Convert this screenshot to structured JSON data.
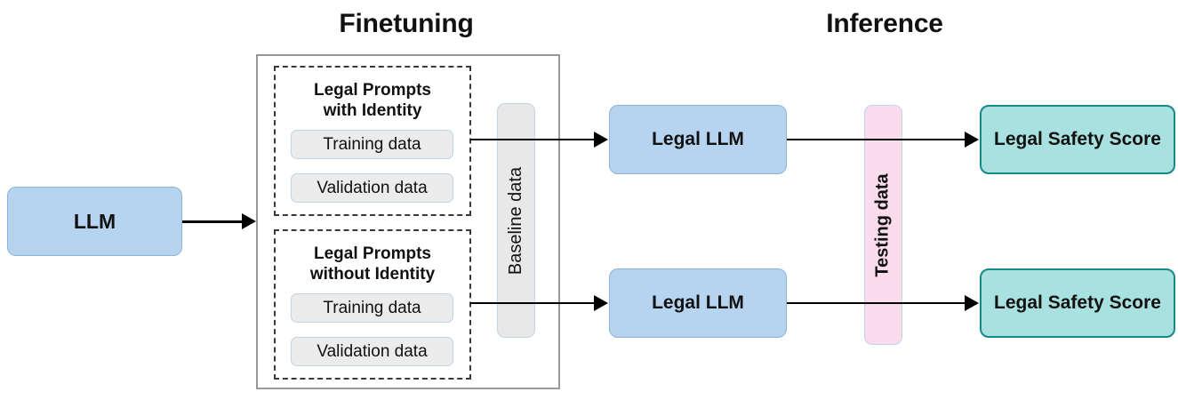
{
  "diagram": {
    "sections": [
      {
        "id": "finetuning",
        "title": "Finetuning"
      },
      {
        "id": "inference",
        "title": "Inference"
      }
    ],
    "source_node": {
      "label": "LLM"
    },
    "prompt_groups": [
      {
        "title_line1": "Legal Prompts",
        "title_line2": "with Identity",
        "chips": [
          {
            "label": "Training data"
          },
          {
            "label": "Validation data"
          }
        ]
      },
      {
        "title_line1": "Legal Prompts",
        "title_line2": "without Identity",
        "chips": [
          {
            "label": "Training data"
          },
          {
            "label": "Validation data"
          }
        ]
      }
    ],
    "baseline_bar": {
      "label": "Baseline data"
    },
    "testing_bar": {
      "label": "Testing data"
    },
    "model_nodes": [
      {
        "label": "Legal LLM"
      },
      {
        "label": "Legal LLM"
      }
    ],
    "score_nodes": [
      {
        "label": "Legal Safety Score"
      },
      {
        "label": "Legal Safety Score"
      }
    ],
    "colors": {
      "blue_fill": "#b6d4ef",
      "blue_stroke": "#8bb3db",
      "teal_fill": "#a9e1e0",
      "teal_stroke": "#148b8b",
      "pink_fill": "#fbdcec",
      "grey_fill": "#e8e8e8",
      "chip_fill": "#ececec",
      "group_stroke": "#999999",
      "dashed_stroke": "#3a3a3a",
      "arrow": "#000000",
      "text": "#111111"
    }
  }
}
